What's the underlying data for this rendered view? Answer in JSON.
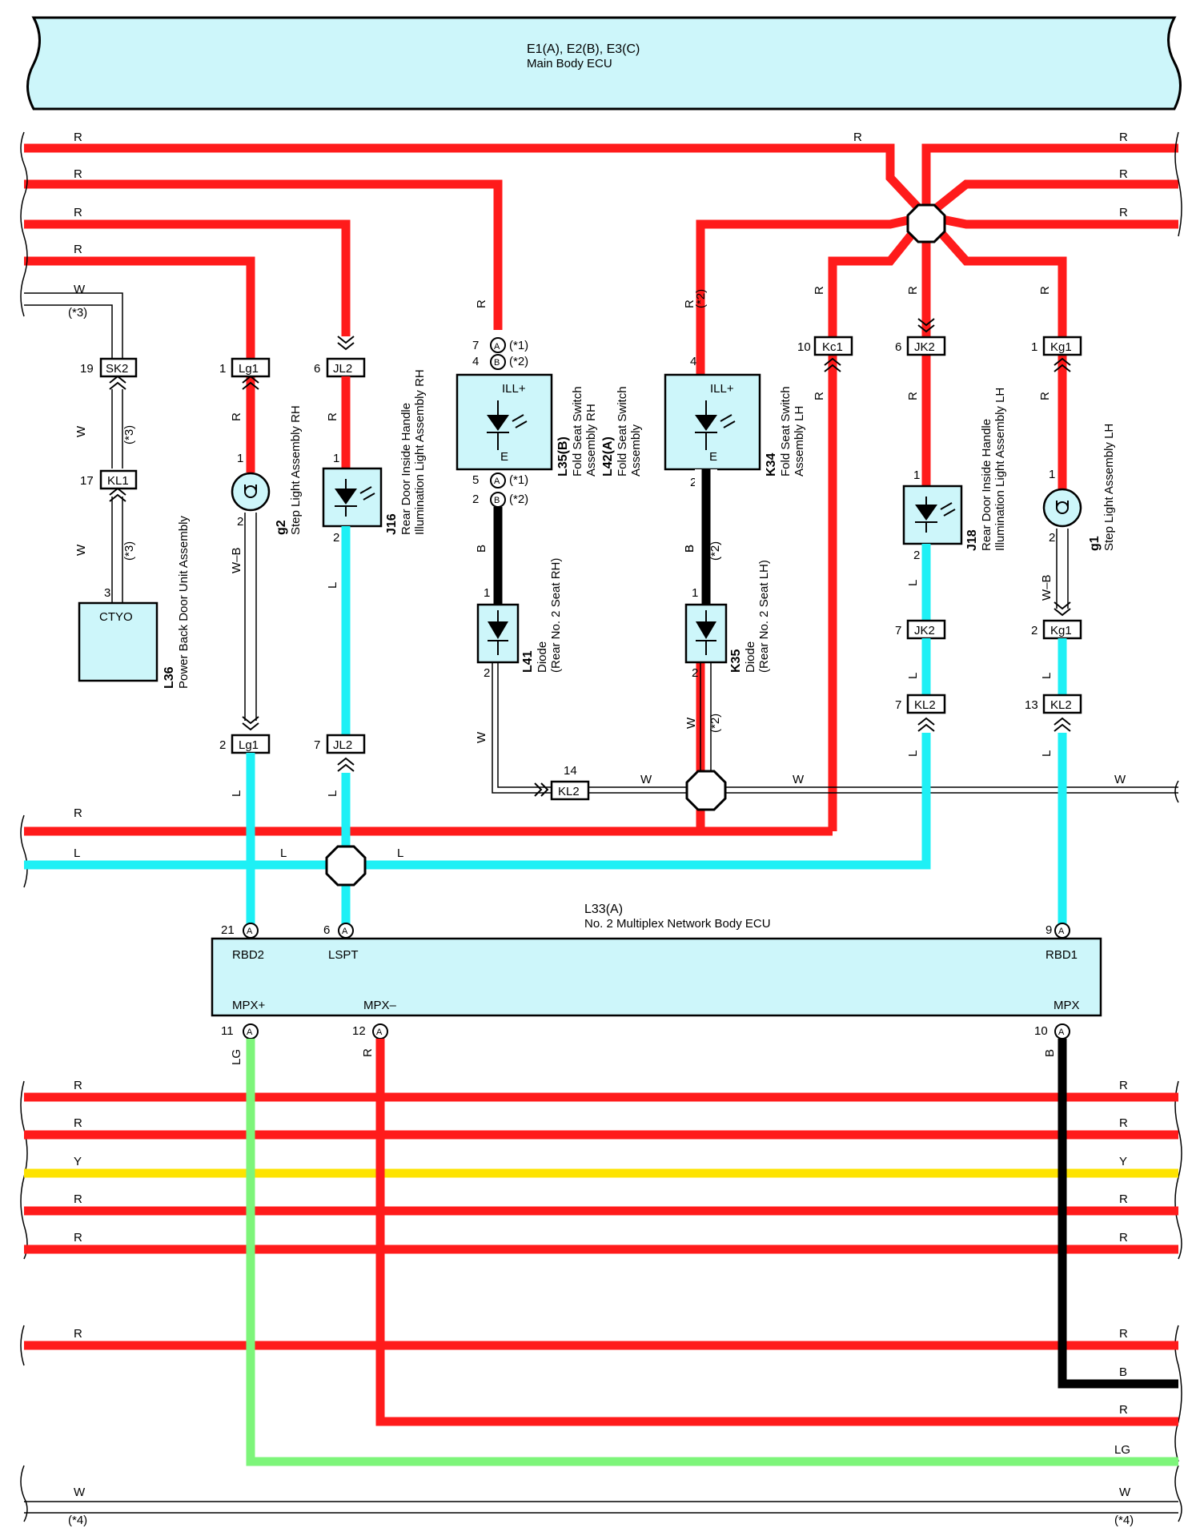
{
  "colors": {
    "R": "#ff1b1b",
    "L": "#1ef0f5",
    "B": "#000000",
    "Y": "#fde300",
    "LG": "#7df57a",
    "W": "#ffffff",
    "box": "#cdf6fa"
  },
  "main_ecu": {
    "code": "E1(A), E2(B), E3(C)",
    "name": "Main Body ECU"
  },
  "body_ecu": {
    "code": "L33(A)",
    "name": "No. 2 Multiplex Network Body ECU",
    "pins": {
      "rbd2": "RBD2",
      "lspt": "LSPT",
      "rbd1": "RBD1",
      "mpxp": "MPX+",
      "mpxm": "MPX–",
      "mpx": "MPX"
    },
    "pin_nums": {
      "rbd2": "21",
      "lspt": "6",
      "rbd1": "9",
      "mpxp": "11",
      "mpxm": "12",
      "mpx": "10"
    },
    "pin_letter": "A"
  },
  "wire_labels": {
    "R": "R",
    "L": "L",
    "B": "B",
    "Y": "Y",
    "LG": "LG",
    "W": "W",
    "WB": "W–B"
  },
  "notes": {
    "n1": "(*1)",
    "n2": "(*2)",
    "n3": "(*3)",
    "n4": "(*4)"
  },
  "connectors": {
    "sk2": {
      "label": "SK2",
      "pin": "19"
    },
    "kl1": {
      "label": "KL1",
      "pin": "17"
    },
    "lg1a": {
      "label": "Lg1",
      "pin": "1"
    },
    "lg1b": {
      "label": "Lg1",
      "pin": "2"
    },
    "jl2a": {
      "label": "JL2",
      "pin": "6"
    },
    "jl2b": {
      "label": "JL2",
      "pin": "7"
    },
    "kc1": {
      "label": "Kc1",
      "pin": "10"
    },
    "jk2a": {
      "label": "JK2",
      "pin": "6"
    },
    "jk2b": {
      "label": "JK2",
      "pin": "7"
    },
    "kg1a": {
      "label": "Kg1",
      "pin": "1"
    },
    "kg1b": {
      "label": "Kg1",
      "pin": "2"
    },
    "kl2a": {
      "label": "KL2",
      "pin": "14"
    },
    "kl2b": {
      "label": "KL2",
      "pin": "7"
    },
    "kl2c": {
      "label": "KL2",
      "pin": "13"
    }
  },
  "components": {
    "l36": {
      "code": "L36",
      "name": "Power Back Door Unit Assembly",
      "term": "CTYO",
      "pin": "3"
    },
    "g2": {
      "code": "g2",
      "name": "Step Light Assembly RH",
      "pin1": "1",
      "pin2": "2"
    },
    "j16": {
      "code": "J16",
      "name1": "Rear Door Inside Handle",
      "name2": "Illumination Light Assembly RH",
      "pin1": "1",
      "pin2": "2"
    },
    "l35": {
      "code1": "L35(B)",
      "name1a": "Fold Seat Switch",
      "name1b": "Assembly RH",
      "code2": "L42(A)",
      "name2a": "Fold Seat Switch",
      "name2b": "Assembly",
      "ill": "ILL+",
      "e": "E",
      "p7": "7",
      "p4": "4",
      "p5": "5",
      "p2": "2",
      "la": "A",
      "lb": "B"
    },
    "k34": {
      "code": "K34",
      "name1": "Fold Seat Switch",
      "name2": "Assembly LH",
      "ill": "ILL+",
      "e": "E",
      "p4": "4",
      "p2": "2"
    },
    "l41": {
      "code": "L41",
      "name1": "Diode",
      "name2": "(Rear No. 2 Seat RH)",
      "pin1": "1",
      "pin2": "2"
    },
    "k35": {
      "code": "K35",
      "name1": "Diode",
      "name2": "(Rear No. 2 Seat LH)",
      "pin1": "1",
      "pin2": "2"
    },
    "j18": {
      "code": "J18",
      "name1": "Rear Door Inside Handle",
      "name2": "Illumination Light Assembly LH",
      "pin1": "1",
      "pin2": "2"
    },
    "g1": {
      "code": "g1",
      "name": "Step Light Assembly LH",
      "pin1": "1",
      "pin2": "2"
    }
  }
}
